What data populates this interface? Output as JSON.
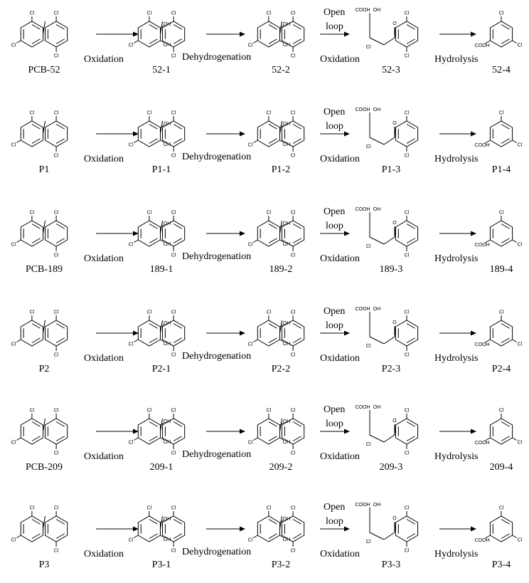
{
  "reactions": {
    "step1": "Oxidation",
    "step2": "Dehydrogenation",
    "step3_top": "Open",
    "step3_bottom": "loop",
    "step3": "Oxidation",
    "step4": "Hydrolysis"
  },
  "rows": [
    {
      "compounds": [
        "PCB-52",
        "52-1",
        "52-2",
        "52-3",
        "52-4"
      ]
    },
    {
      "compounds": [
        "P1",
        "P1-1",
        "P1-2",
        "P1-3",
        "P1-4"
      ]
    },
    {
      "compounds": [
        "PCB-189",
        "189-1",
        "189-2",
        "189-3",
        "189-4"
      ]
    },
    {
      "compounds": [
        "P2",
        "P2-1",
        "P2-2",
        "P2-3",
        "P2-4"
      ]
    },
    {
      "compounds": [
        "PCB-209",
        "209-1",
        "209-2",
        "209-3",
        "209-4"
      ]
    },
    {
      "compounds": [
        "P3",
        "P3-1",
        "P3-2",
        "P3-3",
        "P3-4"
      ]
    }
  ],
  "structure_atoms": {
    "halogen": "Cl",
    "hydroxyl": "OH",
    "carboxyl": "COOH",
    "ketone": "O"
  },
  "colors": {
    "ink": "#000000",
    "background": "#ffffff"
  }
}
